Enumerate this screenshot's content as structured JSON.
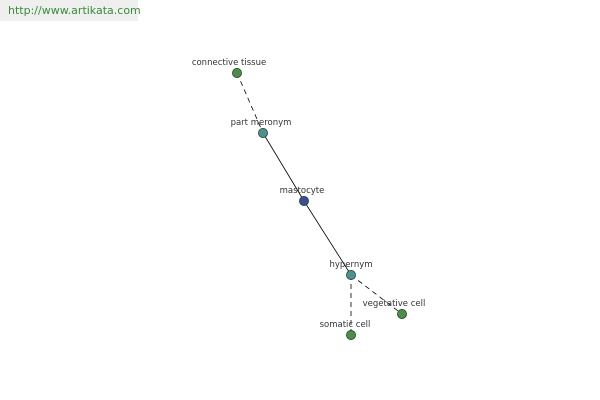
{
  "source": {
    "url": "http://www.artikata.com"
  },
  "colors": {
    "leaf": "#4e8c4e",
    "relation": "#4e8f8f",
    "center": "#3c4f96",
    "edge": "#000000",
    "url": "#3a8a3a"
  },
  "nodes": [
    {
      "id": "connective-tissue",
      "label": "connective tissue",
      "kind": "leaf"
    },
    {
      "id": "part-meronym",
      "label": "part meronym",
      "kind": "relation"
    },
    {
      "id": "mastocyte",
      "label": "mastocyte",
      "kind": "center"
    },
    {
      "id": "hypernym",
      "label": "hypernym",
      "kind": "relation"
    },
    {
      "id": "vegetative-cell",
      "label": "vegetative cell",
      "kind": "leaf"
    },
    {
      "id": "somatic-cell",
      "label": "somatic cell",
      "kind": "leaf"
    }
  ],
  "edges": [
    {
      "from": "connective-tissue",
      "to": "part-meronym",
      "style": "dashed"
    },
    {
      "from": "part-meronym",
      "to": "mastocyte",
      "style": "solid"
    },
    {
      "from": "mastocyte",
      "to": "hypernym",
      "style": "solid"
    },
    {
      "from": "hypernym",
      "to": "vegetative-cell",
      "style": "dashed"
    },
    {
      "from": "hypernym",
      "to": "somatic-cell",
      "style": "dashed"
    }
  ]
}
